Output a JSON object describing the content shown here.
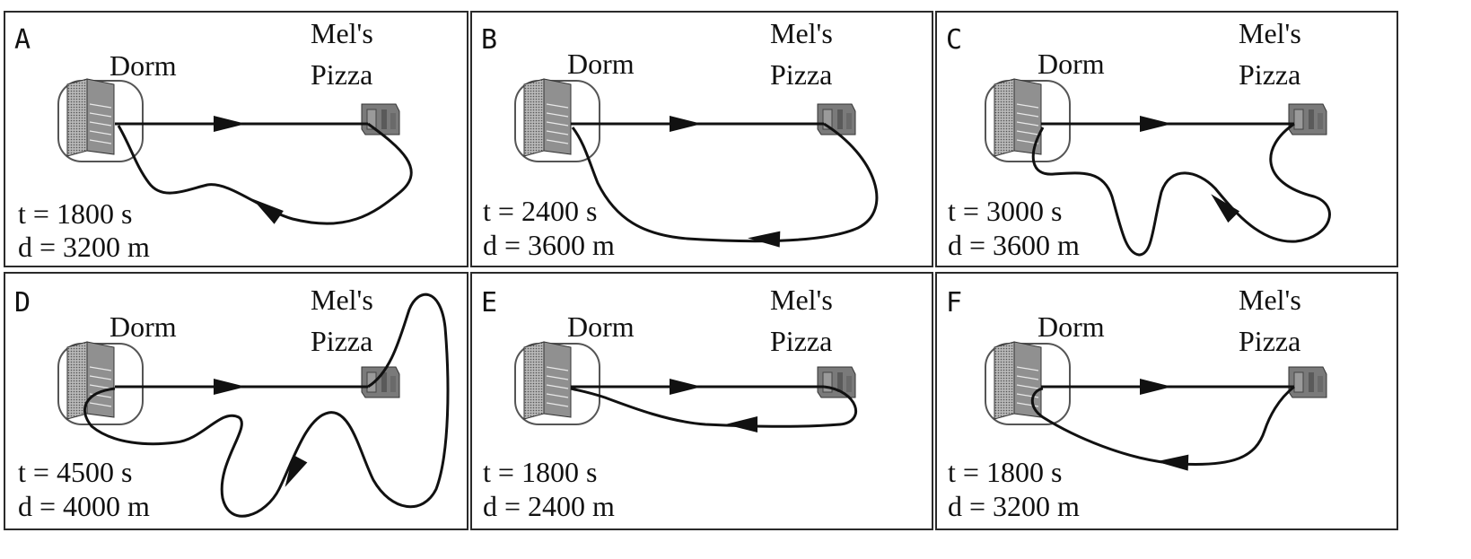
{
  "labels": {
    "dorm": "Dorm",
    "pizza_line1": "Mel's",
    "pizza_line2": "Pizza"
  },
  "panels": [
    {
      "letter": "A",
      "t": "t = 1800 s",
      "d": "d = 3200 m"
    },
    {
      "letter": "B",
      "t": "t = 2400 s",
      "d": "d = 3600 m"
    },
    {
      "letter": "C",
      "t": "t = 3000 s",
      "d": "d = 3600 m"
    },
    {
      "letter": "D",
      "t": "t = 4500 s",
      "d": "d = 4000 m"
    },
    {
      "letter": "E",
      "t": "t = 1800 s",
      "d": "d = 2400 m"
    },
    {
      "letter": "F",
      "t": "t = 1800 s",
      "d": "d = 3200 m"
    }
  ],
  "colors": {
    "stroke": "#111111",
    "building": "#8a8a8a",
    "pizza_shop": "#7a7a7a",
    "border": "#2a2a2a"
  }
}
